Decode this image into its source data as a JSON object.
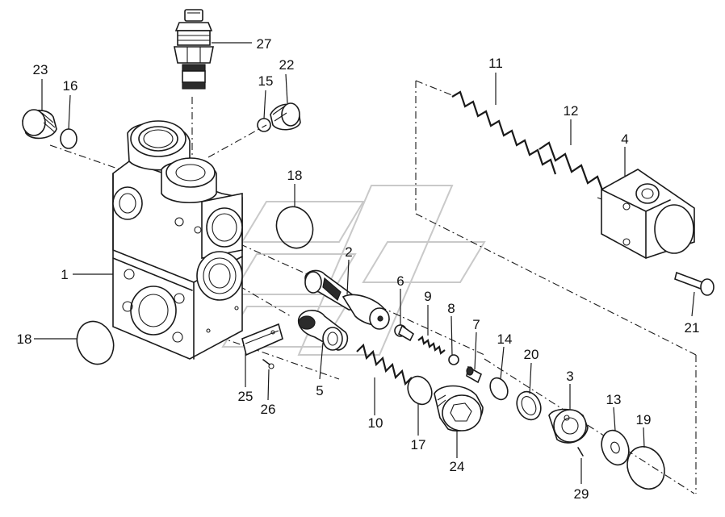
{
  "diagram": {
    "callouts": [
      {
        "id": "1",
        "label": "1"
      },
      {
        "id": "2",
        "label": "2"
      },
      {
        "id": "3",
        "label": "3"
      },
      {
        "id": "4",
        "label": "4"
      },
      {
        "id": "5",
        "label": "5"
      },
      {
        "id": "6",
        "label": "6"
      },
      {
        "id": "7",
        "label": "7"
      },
      {
        "id": "8",
        "label": "8"
      },
      {
        "id": "9",
        "label": "9"
      },
      {
        "id": "10",
        "label": "10"
      },
      {
        "id": "11",
        "label": "11"
      },
      {
        "id": "12",
        "label": "12"
      },
      {
        "id": "13",
        "label": "13"
      },
      {
        "id": "14",
        "label": "14"
      },
      {
        "id": "15",
        "label": "15"
      },
      {
        "id": "16",
        "label": "16"
      },
      {
        "id": "17",
        "label": "17"
      },
      {
        "id": "18a",
        "label": "18"
      },
      {
        "id": "18b",
        "label": "18"
      },
      {
        "id": "19",
        "label": "19"
      },
      {
        "id": "20",
        "label": "20"
      },
      {
        "id": "21",
        "label": "21"
      },
      {
        "id": "22",
        "label": "22"
      },
      {
        "id": "23",
        "label": "23"
      },
      {
        "id": "24",
        "label": "24"
      },
      {
        "id": "25",
        "label": "25"
      },
      {
        "id": "26",
        "label": "26"
      },
      {
        "id": "27",
        "label": "27"
      },
      {
        "id": "29",
        "label": "29"
      }
    ]
  }
}
